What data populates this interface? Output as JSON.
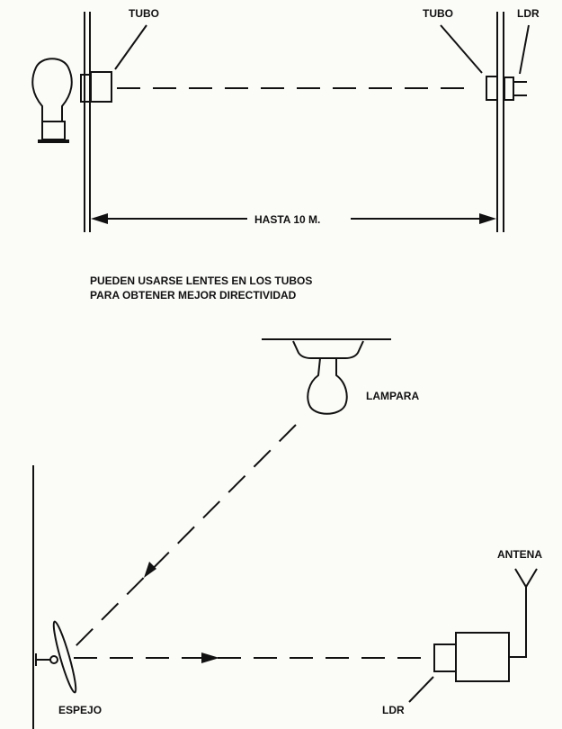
{
  "top_diagram": {
    "tube_left_label": "TUBO",
    "tube_right_label": "TUBO",
    "ldr_label": "LDR",
    "distance_label": "HASTA 10 M."
  },
  "note": {
    "line1": "PUEDEN USARSE LENTES EN LOS TUBOS",
    "line2": "PARA OBTENER MEJOR DIRECTIVIDAD"
  },
  "bottom_diagram": {
    "lamp_label": "LAMPARA",
    "antenna_label": "ANTENA",
    "mirror_label": "ESPEJO",
    "ldr_label": "LDR"
  }
}
